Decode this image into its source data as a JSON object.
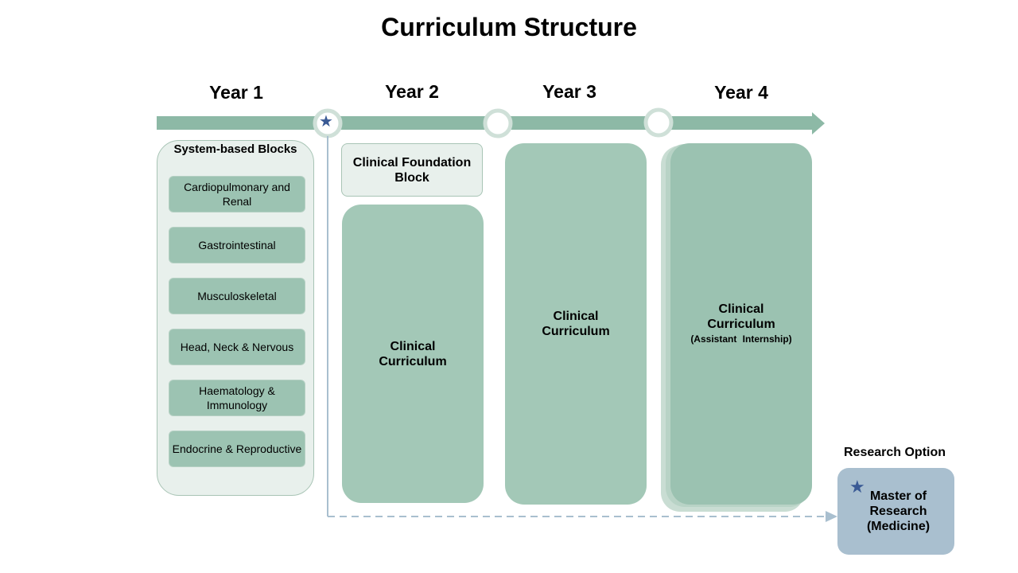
{
  "title": "Curriculum Structure",
  "years": [
    "Year 1",
    "Year 2",
    "Year 3",
    "Year 4"
  ],
  "colors": {
    "timeline": "#8db9a6",
    "milestone_ring": "#cfe0d8",
    "star": "#3a5a95",
    "clinical_fill": "#a3c8b7",
    "research_fill": "#a9bfcf",
    "dashed_connector": "#a9bfcf"
  },
  "year1": {
    "heading": "System-based Blocks",
    "blocks": [
      "Cardiopulmonary and Renal",
      "Gastrointestinal",
      "Musculoskeletal",
      "Head, Neck & Nervous",
      "Haematology & Immunology",
      "Endocrine & Reproductive"
    ]
  },
  "year2": {
    "foundation": "Clinical Foundation Block",
    "clinical": "Clinical Curriculum"
  },
  "year3": {
    "clinical": "Clinical Curriculum"
  },
  "year4": {
    "clinical": "Clinical Curriculum",
    "subtitle": "(Assistant Internship)"
  },
  "research": {
    "label": "Research Option",
    "box": "Master of Research (Medicine)",
    "marker_icon": "star-icon"
  }
}
